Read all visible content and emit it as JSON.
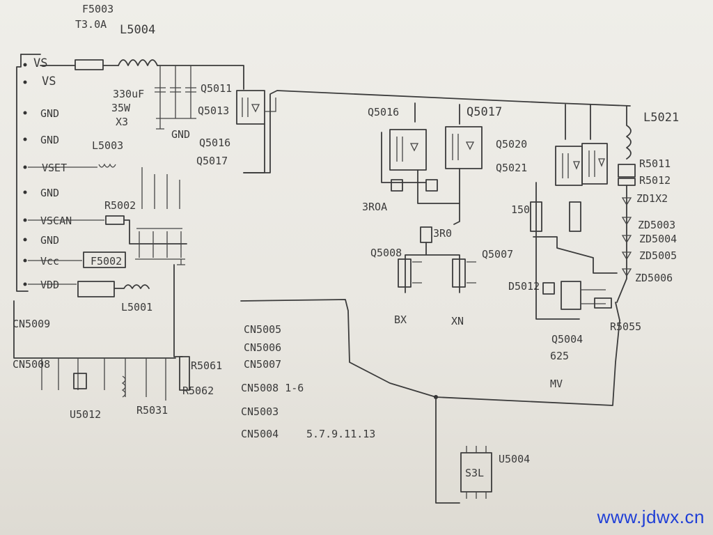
{
  "watermark": "www.jdwx.cn",
  "connector_left": {
    "pins": [
      "VS",
      "VS",
      "GND",
      "GND",
      "VSET",
      "GND",
      "VSCAN",
      "GND",
      "Vcc",
      "VDD"
    ],
    "name": "CN5009"
  },
  "labels": {
    "f5003": "F5003",
    "f5003_rating": "T3.0A",
    "l5004": "L5004",
    "cap_spec": "330uF",
    "cap_volt": "35W",
    "cap_qty": "X3",
    "q5011": "Q5011",
    "q5013": "Q5013",
    "gnd_q": "GND",
    "q5016a": "Q5016",
    "q5017a": "Q5017",
    "l5003": "L5003",
    "r5002": "R5002",
    "f5002": "F5002",
    "l5001": "L5001",
    "cn5008": "CN5008",
    "u5012": "U5012",
    "r5031": "R5031",
    "r5061": "R5061",
    "r5062": "R5062",
    "q5016": "Q5016",
    "q5017": "Q5017",
    "r3roa": "3ROA",
    "r3r0": "3R0",
    "q5008": "Q5008",
    "q5007": "Q5007",
    "bx_left": "BX",
    "bx_right": "XN",
    "q5020": "Q5020",
    "q5021": "Q5021",
    "r150": "150",
    "d5012": "D5012",
    "l5021": "L5021",
    "r5011": "R5011",
    "r5012": "R5012",
    "zd1x2": "ZD1X2",
    "zd5003": "ZD5003",
    "zd5004": "ZD5004",
    "zd5005": "ZD5005",
    "zd5006": "ZD5006",
    "r5055": "R5055",
    "q5004": "Q5004",
    "q5004_val": "625",
    "q5004_m": "MV",
    "cn5005": "CN5005",
    "cn5006": "CN5006",
    "cn5007": "CN5007",
    "cn5008b": "CN5008 1-6",
    "cn5003": "CN5003",
    "cn5004": "CN5004",
    "pins_list": "5.7.9.11.13",
    "u5004": "U5004",
    "u5004_body": "S3L"
  }
}
